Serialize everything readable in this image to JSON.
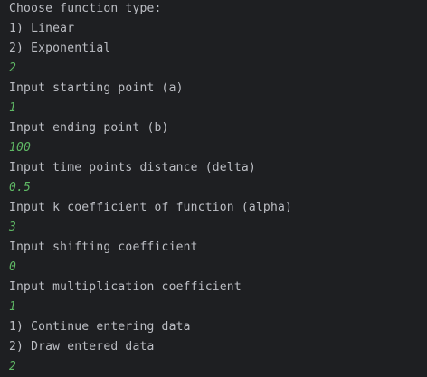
{
  "console": {
    "lines": [
      {
        "text": "Choose function type:",
        "kind": "output"
      },
      {
        "text": "1) Linear",
        "kind": "output"
      },
      {
        "text": "2) Exponential",
        "kind": "output"
      },
      {
        "text": "2",
        "kind": "input"
      },
      {
        "text": "Input starting point (a)",
        "kind": "output"
      },
      {
        "text": "1",
        "kind": "input"
      },
      {
        "text": "Input ending point (b)",
        "kind": "output"
      },
      {
        "text": "100",
        "kind": "input"
      },
      {
        "text": "Input time points distance (delta)",
        "kind": "output"
      },
      {
        "text": "0.5",
        "kind": "input"
      },
      {
        "text": "Input k coefficient of function (alpha)",
        "kind": "output"
      },
      {
        "text": "3",
        "kind": "input"
      },
      {
        "text": "Input shifting coefficient",
        "kind": "output"
      },
      {
        "text": "0",
        "kind": "input"
      },
      {
        "text": "Input multiplication coefficient",
        "kind": "output"
      },
      {
        "text": "1",
        "kind": "input"
      },
      {
        "text": "1) Continue entering data",
        "kind": "output"
      },
      {
        "text": "2) Draw entered data",
        "kind": "output"
      },
      {
        "text": "2",
        "kind": "input"
      }
    ]
  },
  "colors": {
    "background": "#1e1f22",
    "output_text": "#bcbec4",
    "user_input_text": "#5fb865"
  }
}
